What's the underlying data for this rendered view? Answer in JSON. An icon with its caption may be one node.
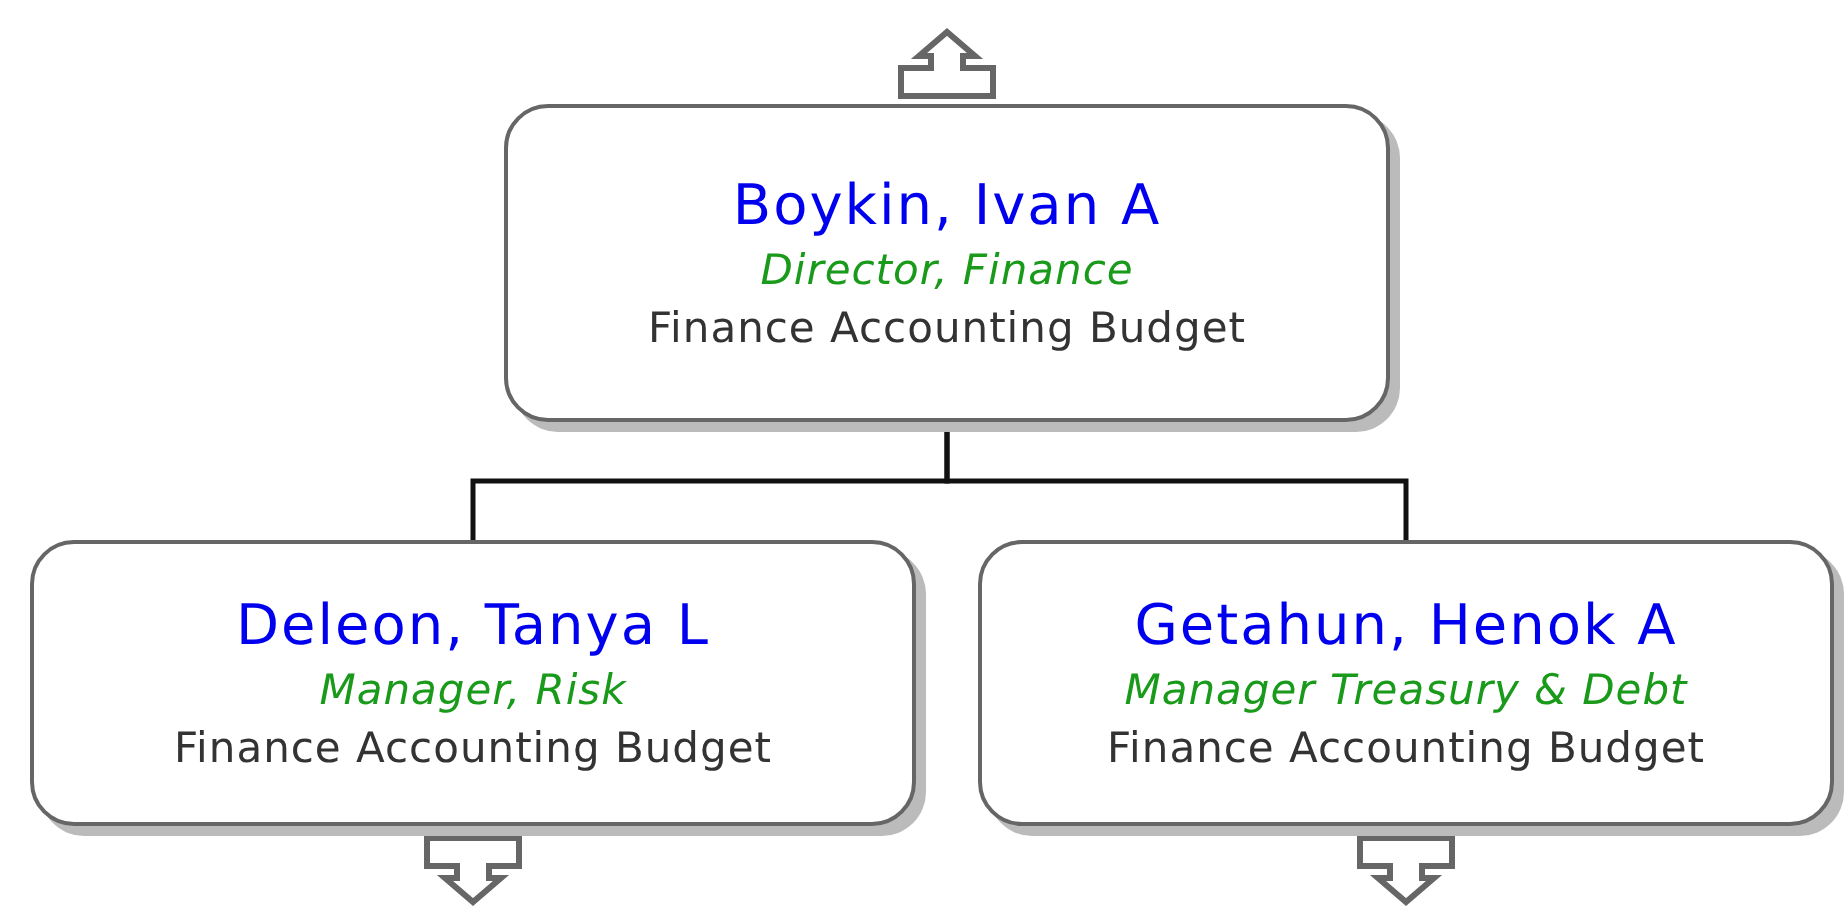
{
  "diagram": {
    "nodes": [
      {
        "text": [
          "Boykin, Ivan A",
          "Director, Finance",
          "Finance Accounting Budget"
        ]
      },
      {
        "text": [
          "Deleon, Tanya L",
          "Manager, Risk",
          "Finance Accounting Budget"
        ]
      },
      {
        "text": [
          "Getahun, Henok A",
          "Manager Treasury & Debt",
          "Finance Accounting Budget"
        ]
      }
    ],
    "edges": [
      {
        "from": 0,
        "to": 1,
        "arrow": "none"
      },
      {
        "from": 0,
        "to": 2,
        "arrow": "none"
      }
    ]
  }
}
